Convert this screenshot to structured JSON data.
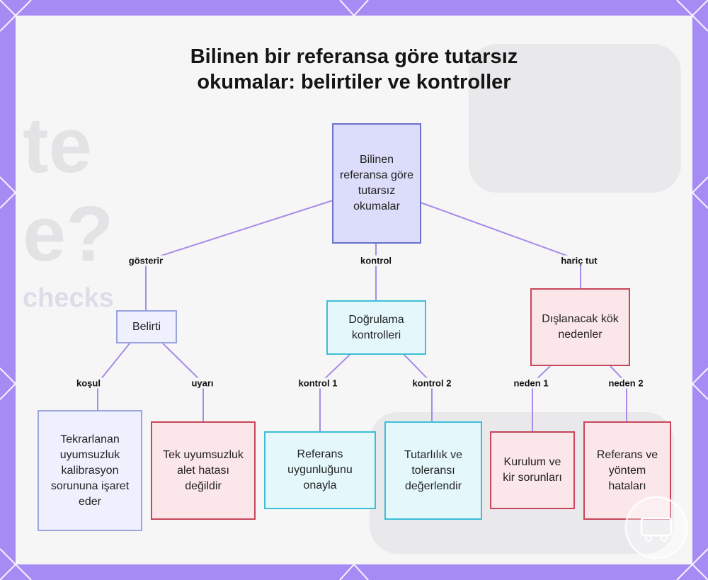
{
  "title": [
    "Bilinen bir referansa göre tutarsız",
    "okumalar: belirtiler ve kontroller"
  ],
  "background_text": [
    "te",
    "e?",
    "checks"
  ],
  "colors": {
    "frame": "#a78bf5",
    "edge": "#a88be8",
    "root": "#6a70c9",
    "cyan": "#3cbfd6",
    "red": "#c8465b"
  },
  "nodes": {
    "root": "Bilinen referansa göre tutarsız okumalar",
    "symptom": "Belirti",
    "checks": "Doğrulama kontrolleri",
    "exclude": "Dışlanacak kök nedenler",
    "condition": "Tekrarlanan uyumsuzluk kalibrasyon sorununa işaret eder",
    "warning": "Tek uyumsuzluk alet hatası değildir",
    "check1": "Referans uygunluğunu onayla",
    "check2": "Tutarlılık ve toleransı değerlendir",
    "cause1": "Kurulum ve kir sorunları",
    "cause2": "Referans ve yöntem hataları"
  },
  "edges": {
    "shows": "gösterir",
    "control": "kontrol",
    "exclude": "hariç tut",
    "condition": "koşul",
    "warning": "uyarı",
    "check1": "kontrol 1",
    "check2": "kontrol 2",
    "cause1": "neden 1",
    "cause2": "neden 2"
  }
}
